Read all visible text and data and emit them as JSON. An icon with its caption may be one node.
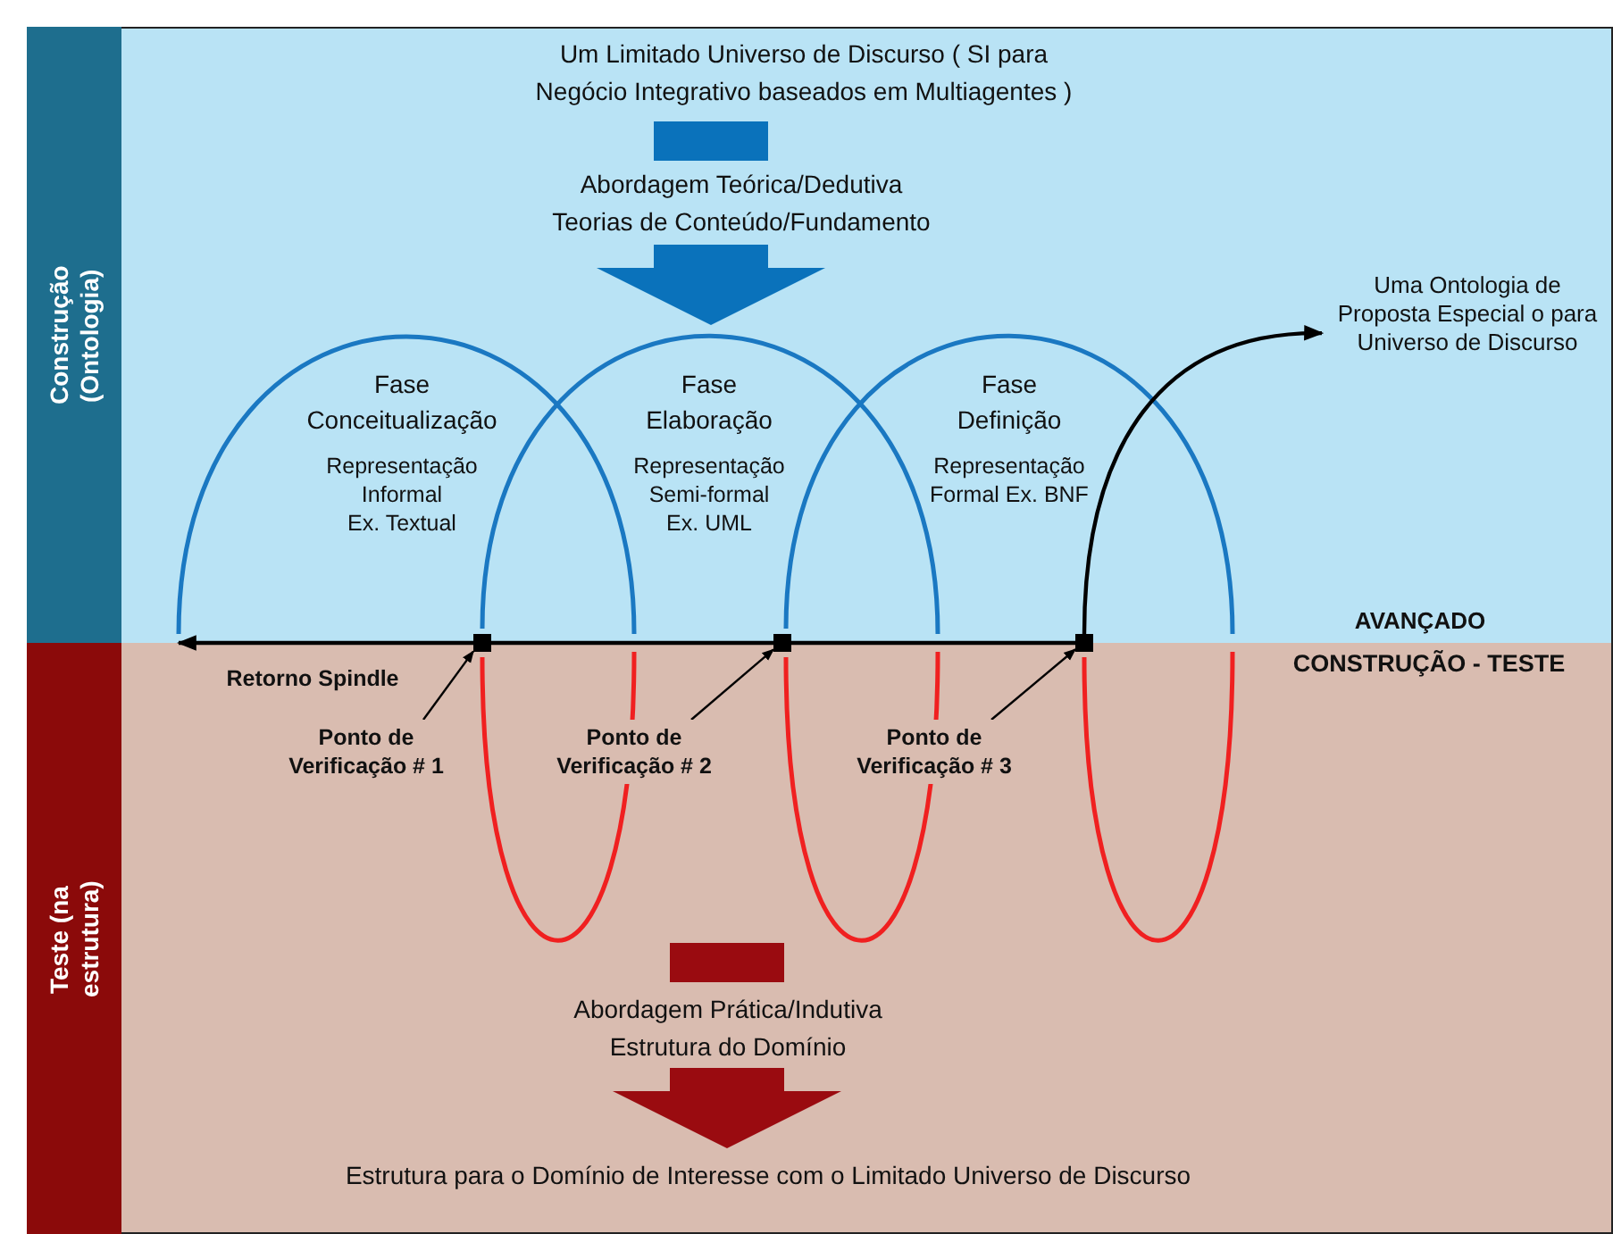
{
  "diagram": {
    "nodes": [
      {
        "text": [
          "Construção (Ontologia)"
        ]
      },
      {
        "text": [
          "Teste (na estrutura)"
        ]
      },
      {
        "text": [
          "Uma Ontologia de Proposta Especial o para Universo de Discurso"
        ]
      },
      {
        "text": [
          "Fase Conceitualização",
          "Representação Informal Ex. Textual"
        ]
      },
      {
        "text": [
          "Fase Elaboração",
          "Representação Semi-formal Ex. UML"
        ]
      },
      {
        "text": [
          "Fase Definição",
          "Representação Formal Ex. BNF"
        ]
      },
      {
        "text": [],
        "shape": "box"
      },
      {
        "text": [],
        "shape": "box"
      },
      {
        "text": [],
        "shape": "box"
      },
      {
        "text": [
          "Ponto de Verificação # 1"
        ]
      },
      {
        "text": [
          "Ponto de Verificação # 2"
        ]
      },
      {
        "text": [
          "Ponto de Verificação # 3"
        ]
      }
    ],
    "edges": [
      {
        "from": 8,
        "to": 7,
        "arrow": "none"
      },
      {
        "from": 7,
        "to": 6,
        "arrow": "none"
      },
      {
        "from": 6,
        "to": null,
        "arrow": "to"
      },
      {
        "from": 8,
        "to": 2,
        "arrow": "to"
      },
      {
        "from": 9,
        "to": 6,
        "arrow": "to"
      },
      {
        "from": 10,
        "to": 7,
        "arrow": "to"
      },
      {
        "from": 11,
        "to": 8,
        "arrow": "to"
      }
    ],
    "labels": [
      "Um Limitado Universo de Discurso ( SI para Negócio Integrativo baseados em Multiagentes )",
      "Abordagem Teórica/Dedutiva Teorias de Conteúdo/Fundamento",
      "AVANÇADO",
      "Retorno Spindle",
      "CONSTRUÇÃO - TESTE",
      "Abordagem Prática/Indutiva Estrutura do Domínio",
      "Estrutura para o Domínio de Interesse com o Limitado Universo de Discurso"
    ]
  }
}
